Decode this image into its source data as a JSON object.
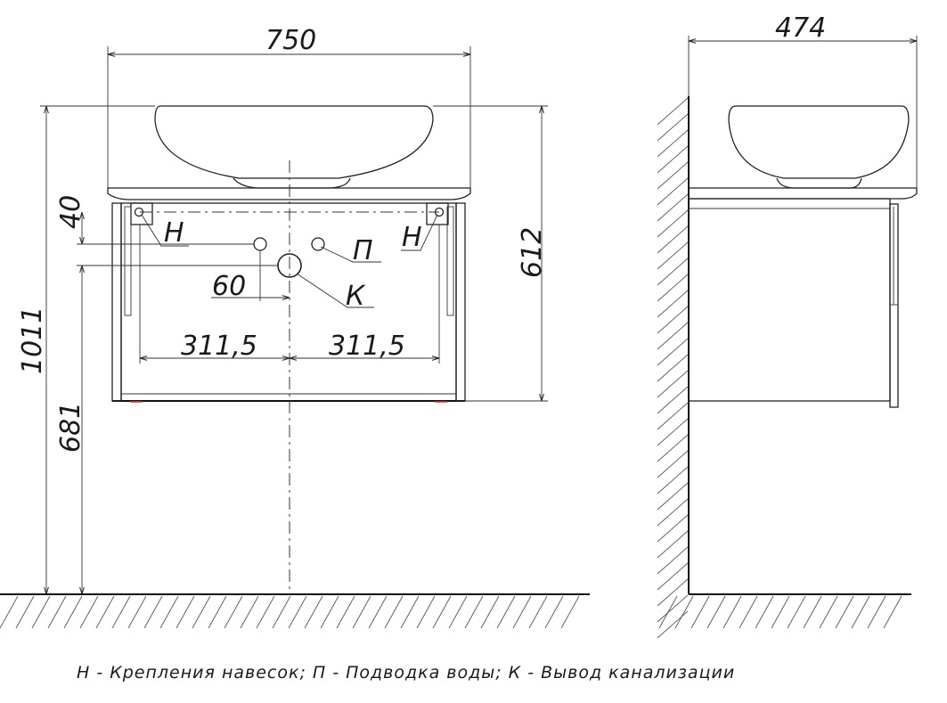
{
  "dimensions": {
    "overall_width": "750",
    "overall_depth": "474",
    "cabinet_height": "612",
    "total_height": "1011",
    "floor_to_cabinet": "681",
    "top_to_mount": "40",
    "offset": "60",
    "half_span_left": "311,5",
    "half_span_right": "311,5"
  },
  "labels": {
    "mount_left": "Н",
    "mount_right": "Н",
    "water": "П",
    "drain": "К"
  },
  "legend": {
    "text": "Н - Крепления навесок; П - Подводка воды; К - Вывод канализации"
  }
}
